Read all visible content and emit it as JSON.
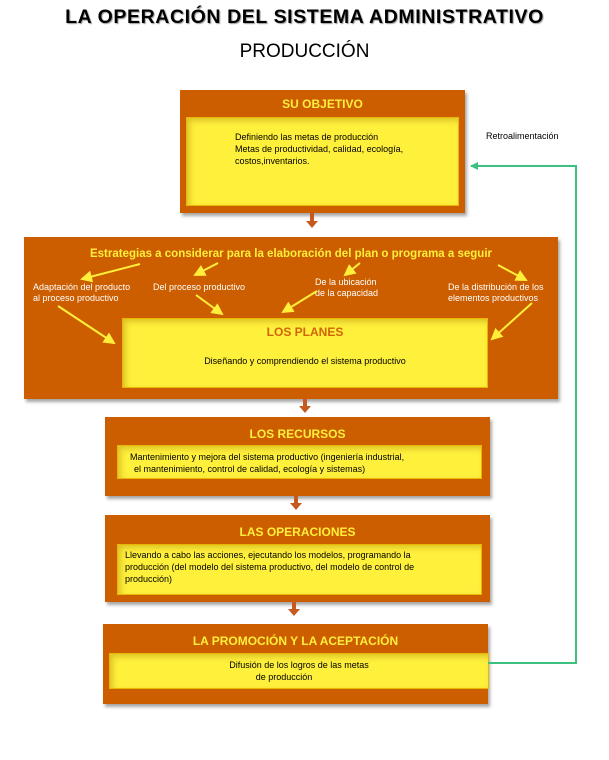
{
  "title": "LA OPERACIÓN DEL SISTEMA ADMINISTRATIVO",
  "subtitle": "PRODUCCIÓN",
  "feedback_label": "Retroalimentación",
  "objective": {
    "heading": "SU OBJETIVO",
    "lines": [
      "Definiendo las metas de producción",
      "Metas de productividad, calidad, ecología,",
      "costos,inventarios."
    ]
  },
  "strategies": {
    "heading": "Estrategias a considerar para la elaboración del plan o programa a seguir",
    "items": [
      {
        "lines": [
          "Adaptación del producto",
          "al proceso productivo"
        ]
      },
      {
        "lines": [
          "Del proceso productivo"
        ]
      },
      {
        "lines": [
          "De la ubicación",
          "de la capacidad"
        ]
      },
      {
        "lines": [
          "De la distribución de los",
          "elementos productivos"
        ]
      }
    ]
  },
  "plans": {
    "heading": "LOS PLANES",
    "text": "Diseñando y comprendiendo el sistema productivo"
  },
  "resources": {
    "heading": "LOS RECURSOS",
    "lines": [
      "Mantenimiento y mejora del sistema productivo (ingeniería industrial,",
      "el mantenimiento, control de calidad, ecología y sistemas)"
    ]
  },
  "operations": {
    "heading": "LAS OPERACIONES",
    "lines": [
      "Llevando a cabo las acciones, ejecutando los modelos, programando la",
      "producción (del modelo del sistema productivo, del modelo de control de",
      "producción)"
    ]
  },
  "promotion": {
    "heading": "LA PROMOCIÓN Y LA ACEPTACIÓN",
    "lines": [
      "Difusión de los logros de las metas",
      "de producción"
    ]
  },
  "colors": {
    "box": "#cc5e00",
    "inner": "#fff03c",
    "heading_text": "#ffef3a",
    "flow_arrow": "#c65a1e",
    "feedback_line": "#3cc080"
  }
}
